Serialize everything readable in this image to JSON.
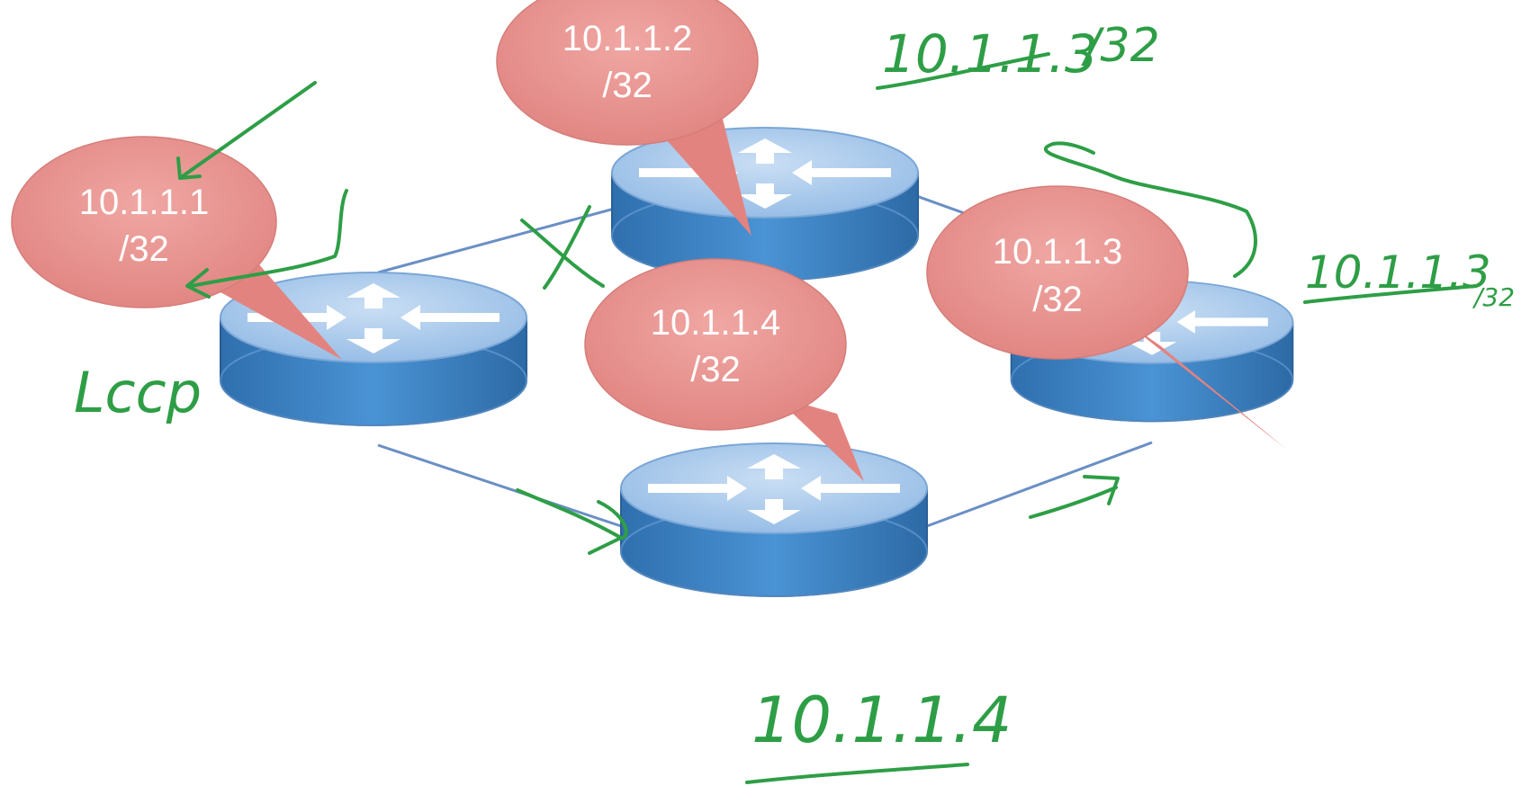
{
  "routers": [
    {
      "name": "router-left"
    },
    {
      "name": "router-top"
    },
    {
      "name": "router-right"
    },
    {
      "name": "router-bottom"
    }
  ],
  "bubbles": [
    {
      "line1": "10.1.1.1",
      "line2": "/32"
    },
    {
      "line1": "10.1.1.2",
      "line2": "/32"
    },
    {
      "line1": "10.1.1.3",
      "line2": "/32"
    },
    {
      "line1": "10.1.1.4",
      "line2": "/32"
    }
  ],
  "annotations": {
    "ldp": "Lccp",
    "top_right_ip": "10.1.1.3",
    "top_right_mask": "/32",
    "right_ip": "10.1.1.3",
    "right_mask": "/32",
    "bottom_ip": "10.1.1.4"
  },
  "colors": {
    "bubble": "#e88f8c",
    "router_top": "#a8c8ec",
    "router_side": "#3f83c4",
    "ink": "#2e9e46",
    "link": "#6a8fc4"
  }
}
